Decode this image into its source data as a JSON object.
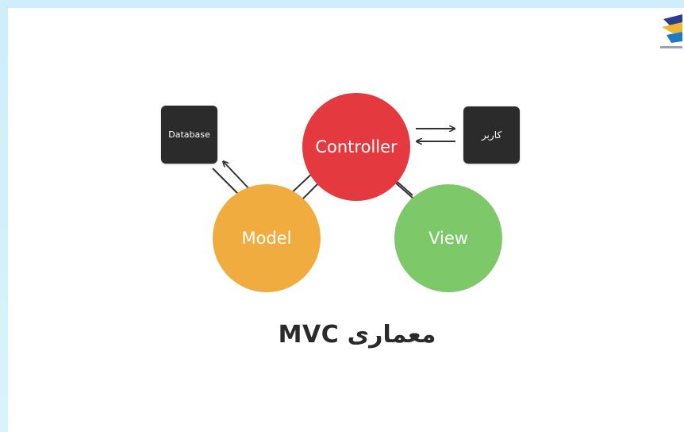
{
  "diagram": {
    "nodes": {
      "database": "Database",
      "user": "کاربر",
      "controller": "Controller",
      "model": "Model",
      "view": "View"
    },
    "edges": [
      {
        "from": "database",
        "to": "model",
        "bidirectional": true
      },
      {
        "from": "controller",
        "to": "model",
        "bidirectional": true
      },
      {
        "from": "controller",
        "to": "user",
        "bidirectional": true
      },
      {
        "from": "controller",
        "to": "view",
        "bidirectional": true
      }
    ],
    "title": "معماری MVC"
  },
  "colors": {
    "controller": "#e43a3f",
    "model": "#f0ac3e",
    "view": "#7dc96a",
    "boxes": "#2b2b2b",
    "background": "#cdeefa"
  },
  "icons": {
    "logo": "site-logo-icon"
  }
}
